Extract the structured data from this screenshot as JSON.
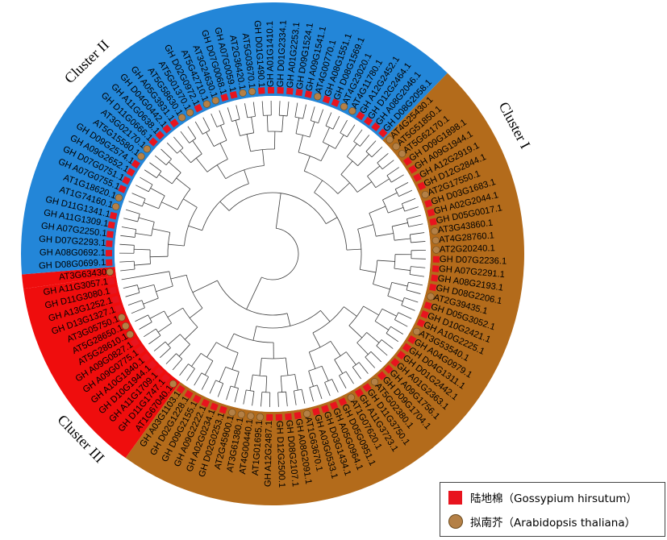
{
  "colors": {
    "cluster1": "#2386d8",
    "cluster2": "#ef0d0d",
    "cluster3": "#b36b1b",
    "cotton_marker": "#e8141e",
    "arabidopsis_marker": "#b48046"
  },
  "clusters": [
    {
      "name": "Cluster I",
      "color_key": "cluster1"
    },
    {
      "name": "Cluster II",
      "color_key": "cluster2"
    },
    {
      "name": "Cluster III",
      "color_key": "cluster3"
    }
  ],
  "leaves": [
    {
      "label": "AT3G63430",
      "cluster": 2
    },
    {
      "label": "GH D08G0699.1",
      "cluster": 1
    },
    {
      "label": "GH A08G0692.1",
      "cluster": 1
    },
    {
      "label": "GH D07G2293.1",
      "cluster": 1
    },
    {
      "label": "GH A07G2250.1",
      "cluster": 1
    },
    {
      "label": "GH A11G1309.1",
      "cluster": 1
    },
    {
      "label": "GH D11G1341.1",
      "cluster": 1
    },
    {
      "label": "AT1G74160.1",
      "cluster": 1
    },
    {
      "label": "AT1G18620.1",
      "cluster": 1
    },
    {
      "label": "GH A07G0755.1",
      "cluster": 1
    },
    {
      "label": "GH D07G0751.1",
      "cluster": 1
    },
    {
      "label": "GH A09G2652.1",
      "cluster": 1
    },
    {
      "label": "GH D09G2574.1",
      "cluster": 1
    },
    {
      "label": "AT5G15580.1",
      "cluster": 1
    },
    {
      "label": "AT3G02170.1",
      "cluster": 1
    },
    {
      "label": "GH D11G0666.1",
      "cluster": 1
    },
    {
      "label": "GH A11G0638.1",
      "cluster": 1
    },
    {
      "label": "GH D04G0442.1",
      "cluster": 1
    },
    {
      "label": "GH A05G3931.1",
      "cluster": 1
    },
    {
      "label": "AT5G58630.1",
      "cluster": 1
    },
    {
      "label": "AT5G01370.1",
      "cluster": 1
    },
    {
      "label": "GH D02G0972.1",
      "cluster": 1
    },
    {
      "label": "AT5G42710.1",
      "cluster": 1
    },
    {
      "label": "AT3G24630.1",
      "cluster": 1
    },
    {
      "label": "GH D07G0068.1",
      "cluster": 1
    },
    {
      "label": "GH A07G0059.1",
      "cluster": 1
    },
    {
      "label": "AT2G36420.1",
      "cluster": 1
    },
    {
      "label": "AT5G03670.1",
      "cluster": 1
    },
    {
      "label": "GH D01G1490.1",
      "cluster": 1
    },
    {
      "label": "GH A01G1410.1",
      "cluster": 1
    },
    {
      "label": "GH D01G2334.1",
      "cluster": 1
    },
    {
      "label": "GH A01G2253.1",
      "cluster": 1
    },
    {
      "label": "GH D09G1524.1",
      "cluster": 1
    },
    {
      "label": "GH A09G1541.1",
      "cluster": 1
    },
    {
      "label": "AT4G00770.1",
      "cluster": 1
    },
    {
      "label": "GH A08G1551.1",
      "cluster": 1
    },
    {
      "label": "GH D08G1569.1",
      "cluster": 1
    },
    {
      "label": "AT4G23020.1",
      "cluster": 1
    },
    {
      "label": "AT4G11780.1",
      "cluster": 1
    },
    {
      "label": "GH A12G2452.1",
      "cluster": 1
    },
    {
      "label": "GH D12G2464.1",
      "cluster": 1
    },
    {
      "label": "GH A08G2046.1",
      "cluster": 1
    },
    {
      "label": "GH D08G2058.1",
      "cluster": 1
    },
    {
      "label": "AT4G25430.1",
      "cluster": 3
    },
    {
      "label": "AT5G51850.1",
      "cluster": 3
    },
    {
      "label": "AT5G62170.1",
      "cluster": 3
    },
    {
      "label": "GH D09G1898.1",
      "cluster": 3
    },
    {
      "label": "GH A09G1944.1",
      "cluster": 3
    },
    {
      "label": "GH A12G2919.1",
      "cluster": 3
    },
    {
      "label": "GH D12G2844.1",
      "cluster": 3
    },
    {
      "label": "AT2G17550.1",
      "cluster": 3
    },
    {
      "label": "GH D03G1683.1",
      "cluster": 3
    },
    {
      "label": "GH A02G2044.1",
      "cluster": 3
    },
    {
      "label": "GH D05G0017.1",
      "cluster": 3
    },
    {
      "label": "AT3G43860.1",
      "cluster": 3
    },
    {
      "label": "AT4G28760.1",
      "cluster": 3
    },
    {
      "label": "AT2G20240.1",
      "cluster": 3
    },
    {
      "label": "GH D07G2236.1",
      "cluster": 3
    },
    {
      "label": "GH A07G2291.1",
      "cluster": 3
    },
    {
      "label": "GH A08G2193.1",
      "cluster": 3
    },
    {
      "label": "GH D08G2206.1",
      "cluster": 3
    },
    {
      "label": "AT2G39435.1",
      "cluster": 3
    },
    {
      "label": "GH D05G3052.1",
      "cluster": 3
    },
    {
      "label": "GH D10G2421.1",
      "cluster": 3
    },
    {
      "label": "GH A10G2225.1",
      "cluster": 3
    },
    {
      "label": "AT3G53540.1",
      "cluster": 3
    },
    {
      "label": "GH A04G0979.1",
      "cluster": 3
    },
    {
      "label": "GH D04G1311.1",
      "cluster": 3
    },
    {
      "label": "GH D01G2442.1",
      "cluster": 3
    },
    {
      "label": "GH A01G2363.1",
      "cluster": 3
    },
    {
      "label": "GH A09G1756.1",
      "cluster": 3
    },
    {
      "label": "GH D09G1704.1",
      "cluster": 3
    },
    {
      "label": "AT5G02380.1",
      "cluster": 3
    },
    {
      "label": "GH D11G3750.1",
      "cluster": 3
    },
    {
      "label": "GH A11G3723.1",
      "cluster": 3
    },
    {
      "label": "AT1G07620.1",
      "cluster": 3
    },
    {
      "label": "GH D05G0951.1",
      "cluster": 3
    },
    {
      "label": "GH A05G0964.1",
      "cluster": 3
    },
    {
      "label": "GH D03G1434.1",
      "cluster": 3
    },
    {
      "label": "GH A03G0533.1",
      "cluster": 3
    },
    {
      "label": "AT1G63670.1",
      "cluster": 3
    },
    {
      "label": "GH A08G2091.1",
      "cluster": 3
    },
    {
      "label": "GH D08G2107.1",
      "cluster": 3
    },
    {
      "label": "GH D12G2500.1",
      "cluster": 3
    },
    {
      "label": "GH A12G2487.1",
      "cluster": 3
    },
    {
      "label": "AT1G01695.1",
      "cluster": 3
    },
    {
      "label": "AT4G00440.1",
      "cluster": 3
    },
    {
      "label": "AT3G61380.1",
      "cluster": 3
    },
    {
      "label": "AT2G45900.1",
      "cluster": 3
    },
    {
      "label": "GH D02G0253.1",
      "cluster": 3
    },
    {
      "label": "GH A02G0234.1",
      "cluster": 3
    },
    {
      "label": "GH A09G2222.1",
      "cluster": 3
    },
    {
      "label": "GH D09G2155.1",
      "cluster": 3
    },
    {
      "label": "GH D02G1228.1",
      "cluster": 3
    },
    {
      "label": "GH A03G1103.1",
      "cluster": 3
    },
    {
      "label": "AT1G67040.1",
      "cluster": 2
    },
    {
      "label": "GH D11G1747.1",
      "cluster": 2
    },
    {
      "label": "GH A11G1709.1",
      "cluster": 2
    },
    {
      "label": "GH D10G1944.1",
      "cluster": 2
    },
    {
      "label": "GH A10G1840.1",
      "cluster": 2
    },
    {
      "label": "GH A09G0775.1",
      "cluster": 2
    },
    {
      "label": "GH A09G0827.1",
      "cluster": 2
    },
    {
      "label": "AT5G28610.1",
      "cluster": 2
    },
    {
      "label": "AT5G28650.1",
      "cluster": 2
    },
    {
      "label": "AT3G05750.1",
      "cluster": 2
    },
    {
      "label": "GH D13G1327.1",
      "cluster": 2
    },
    {
      "label": "GH A13G1252.1",
      "cluster": 2
    },
    {
      "label": "GH D11G3080.1",
      "cluster": 2
    },
    {
      "label": "GH A11G3057.1",
      "cluster": 2
    }
  ],
  "legend": {
    "cotton_label": "陆地棉（Gossypium hirsutum）",
    "arabidopsis_label": "拟南芥（Arabidopsis thaliana）"
  }
}
